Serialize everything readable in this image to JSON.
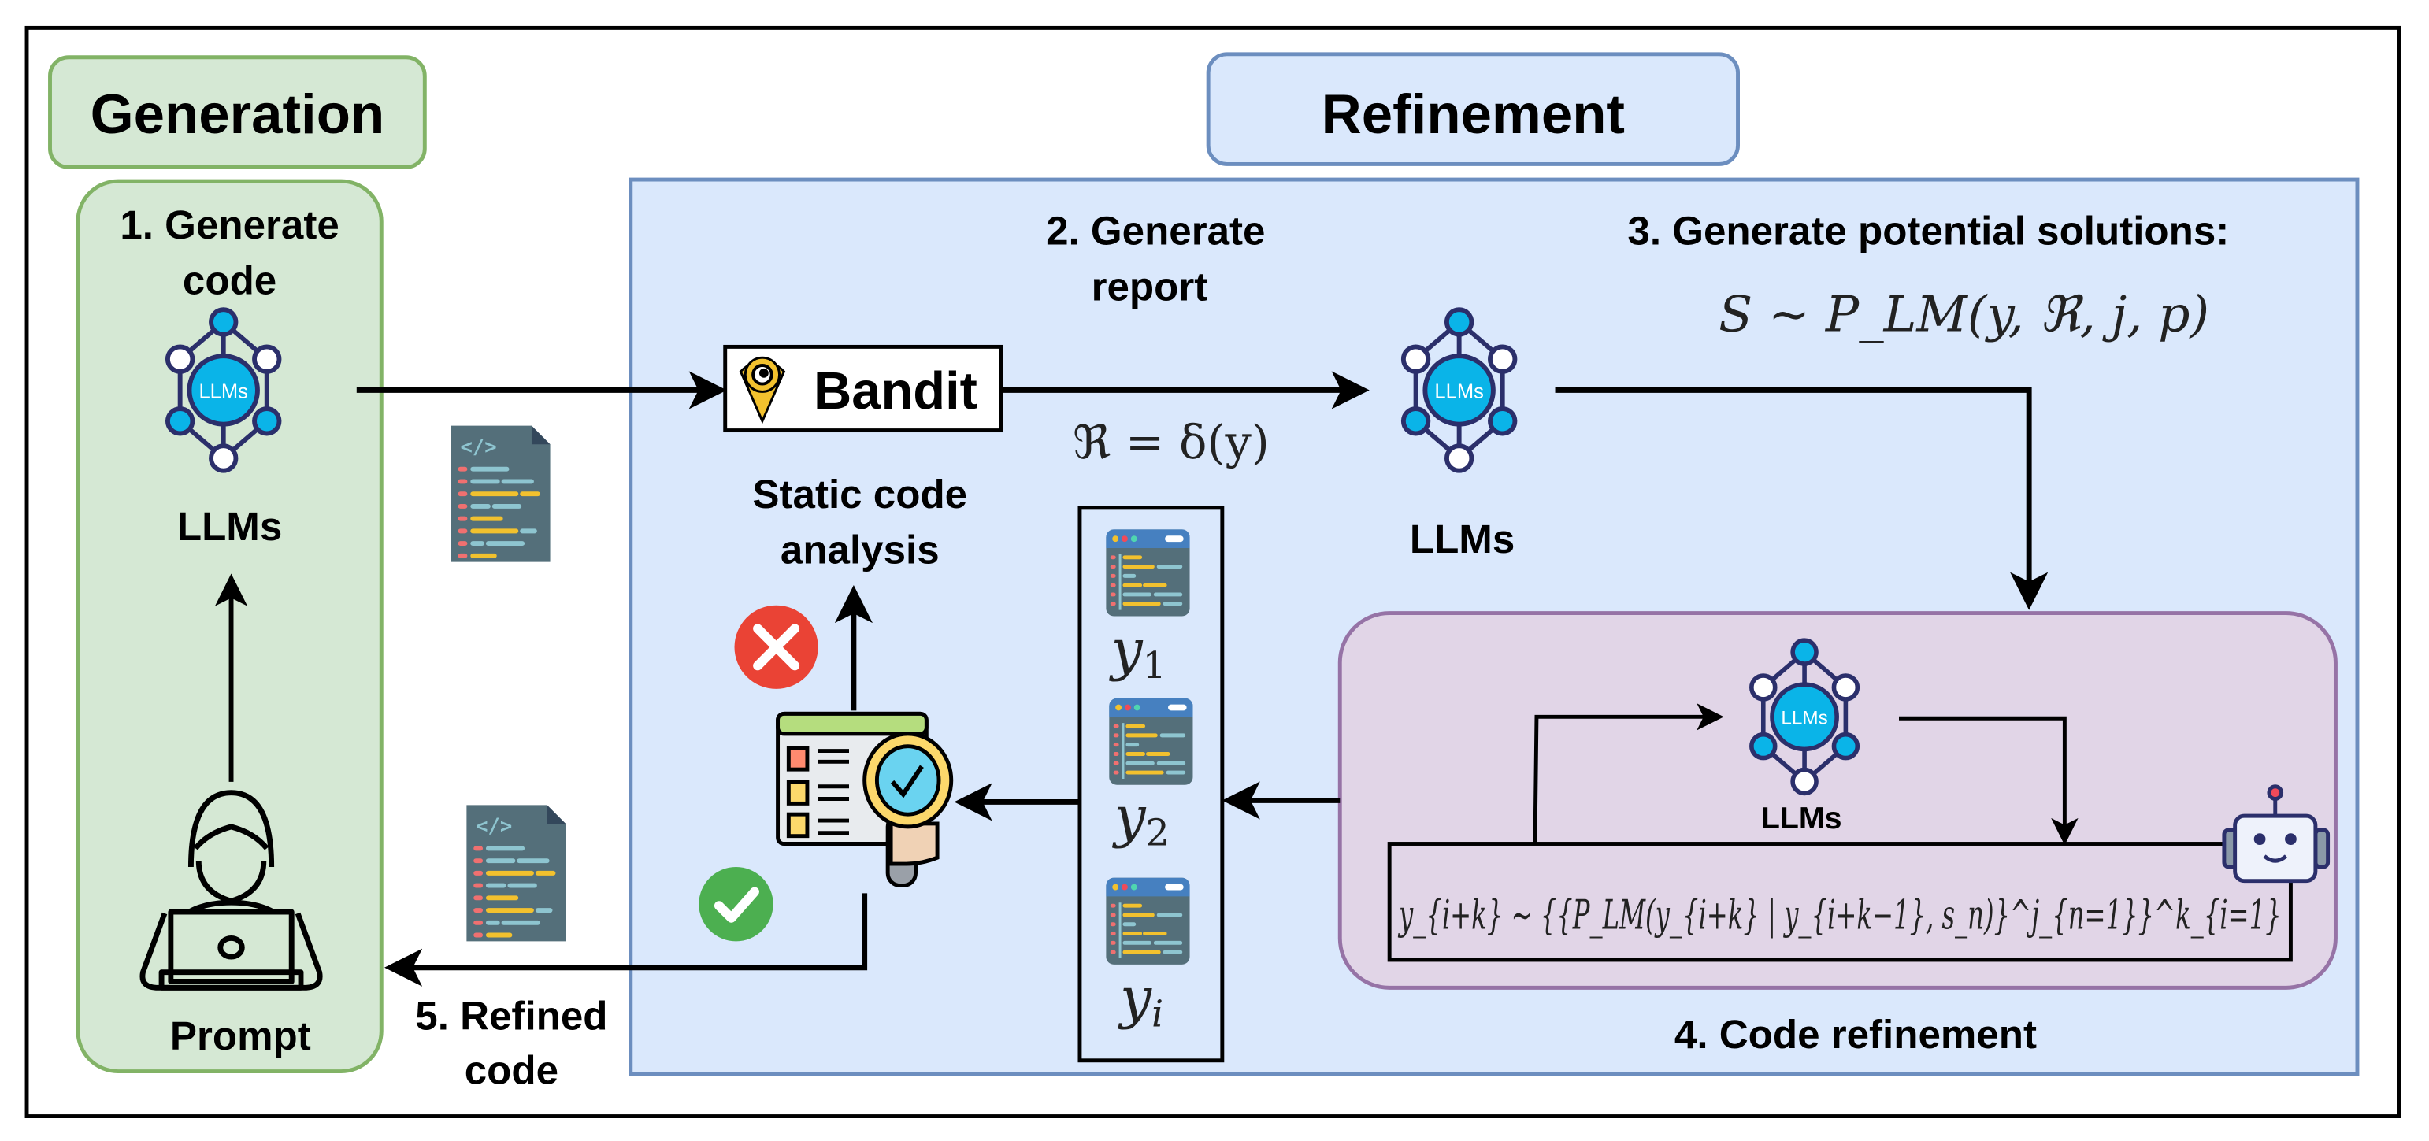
{
  "sections": {
    "generation": {
      "title": "Generation"
    },
    "refinement": {
      "title": "Refinement"
    }
  },
  "steps": {
    "step1": {
      "line1": "1. Generate",
      "line2": "code"
    },
    "step2": {
      "line1": "2. Generate",
      "line2": "report"
    },
    "step3": {
      "title": "3. Generate potential solutions:"
    },
    "step4": {
      "title": "4. Code refinement"
    },
    "step5": {
      "line1": "5. Refined",
      "line2": "code"
    }
  },
  "labels": {
    "llms": "LLMs",
    "llm_badge": "LLMs",
    "prompt": "Prompt",
    "bandit": "Bandit",
    "static_analysis_line1": "Static code",
    "static_analysis_line2": "analysis"
  },
  "formulas": {
    "report": "ℜ = δ(y)",
    "solutions": "S ∼ P_LM(y, ℜ, j, p)",
    "refinement": "y_{i+k} ∼ {{P_LM(y_{i+k} | y_{i+k−1}, s_n)}^j_{n=1}}^k_{i=1}"
  },
  "candidates": [
    {
      "base": "y",
      "sub": "1"
    },
    {
      "base": "y",
      "sub": "2"
    },
    {
      "base": "y",
      "sub": "i"
    }
  ],
  "colors": {
    "generation_fill": "#d5e8d4",
    "generation_stroke": "#82b366",
    "refinement_fill": "#dae8fc",
    "refinement_stroke": "#6c8ebf",
    "code_refine_fill": "#e1d5e7",
    "code_refine_stroke": "#9673a6",
    "llm_blue": "#0ab4e8",
    "llm_navy": "#2b2f6b",
    "fail_red": "#ea4335",
    "pass_green": "#4caf50"
  }
}
